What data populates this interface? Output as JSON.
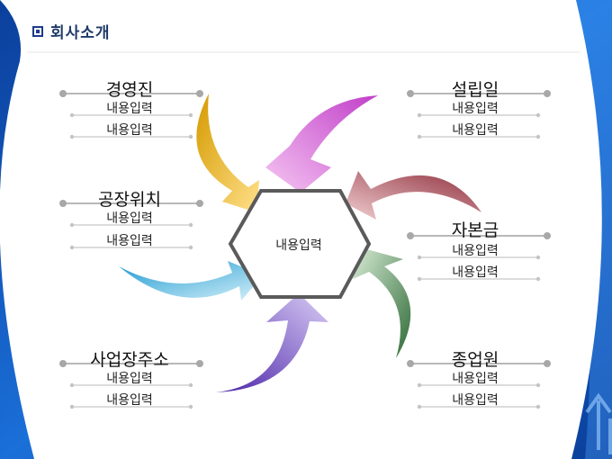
{
  "title": "회사소개",
  "center_label": "내용입력",
  "groups": [
    {
      "heading": "경영진",
      "items": [
        "내용입력",
        "내용입력"
      ]
    },
    {
      "heading": "설립일",
      "items": [
        "내용입력",
        "내용입력"
      ]
    },
    {
      "heading": "공장위치",
      "items": [
        "내용입력",
        "내용입력"
      ]
    },
    {
      "heading": "자본금",
      "items": [
        "내용입력",
        "내용입력"
      ]
    },
    {
      "heading": "사업장주소",
      "items": [
        "내용입력",
        "내용입력"
      ]
    },
    {
      "heading": "종업원",
      "items": [
        "내용입력",
        "내용입력"
      ]
    }
  ],
  "colors": {
    "frame_blue": "#0a4fb8",
    "slide_white": "#ffffff",
    "hexagon_border": "#5a5a5a",
    "arrow_magenta": "#d24fd6",
    "arrow_rose": "#b04a55",
    "arrow_green": "#3d7a44",
    "arrow_purple": "#5a2bb0",
    "arrow_cyan": "#2ea8d8",
    "arrow_gold": "#e8a800"
  }
}
